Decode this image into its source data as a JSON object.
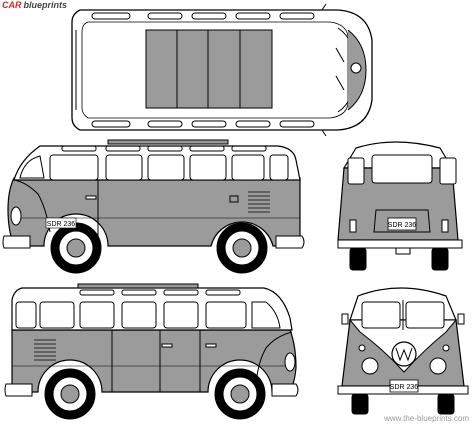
{
  "header": {
    "brand": "CAR",
    "brand_suffix": "blueprints"
  },
  "plates": {
    "side_left": "SDR 236",
    "rear": "SDR 236",
    "front": "SDR 236"
  },
  "footer": {
    "url": "www.the-blueprints.com"
  },
  "colors": {
    "body_fill": "#9b9b9b",
    "roof_fill": "#ffffff",
    "outline": "#000000",
    "glass": "#ffffff",
    "tire": "#000000"
  },
  "views": [
    "top-view",
    "left-side-view",
    "rear-view",
    "right-side-view",
    "front-view"
  ]
}
